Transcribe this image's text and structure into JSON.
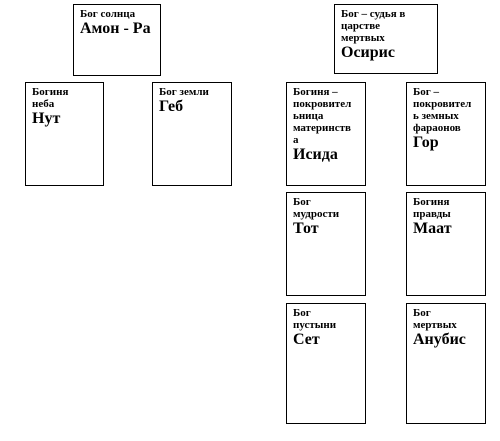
{
  "boxes": {
    "amon_ra": {
      "desc": "Бог солнца",
      "name": "Амон - Ра"
    },
    "osiris": {
      "desc": "Бог – судья в\nцарстве\nмертвых",
      "name": "Осирис"
    },
    "nut": {
      "desc": "Богиня\nнеба",
      "name": "Нут"
    },
    "geb": {
      "desc": "Бог земли",
      "name": "Геб"
    },
    "isida": {
      "desc": "Богиня –\nпокровител\nьница\nматеринств\nа",
      "name": "Исида"
    },
    "gor": {
      "desc": "Бог –\nпокровител\nь земных\nфараонов",
      "name": "Гор"
    },
    "tot": {
      "desc": "Бог\nмудрости",
      "name": "Тот"
    },
    "maat": {
      "desc": "Богиня\nправды",
      "name": "Маат"
    },
    "set": {
      "desc": "Бог\nпустыни",
      "name": "Сет"
    },
    "anubis": {
      "desc": "Бог\nмертвых",
      "name": "Анубис"
    }
  }
}
